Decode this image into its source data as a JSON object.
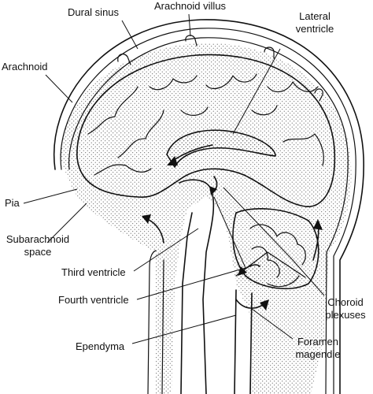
{
  "labels": {
    "dural_sinus": "Dural sinus",
    "arachnoid_villus": "Arachnoid villus",
    "lateral_ventricle_1": "Lateral",
    "lateral_ventricle_2": "ventricle",
    "arachnoid": "Arachnoid",
    "pia": "Pia",
    "subarachnoid_1": "Subarachnoid",
    "subarachnoid_2": "space",
    "third_ventricle": "Third ventricle",
    "fourth_ventricle": "Fourth ventricle",
    "choroid_1": "Choroid",
    "choroid_2": "plexuses",
    "ependyma": "Ependyma",
    "foramen_1": "Foramen",
    "foramen_2": "magendie"
  },
  "colors": {
    "ink": "#111111",
    "background": "#ffffff"
  }
}
